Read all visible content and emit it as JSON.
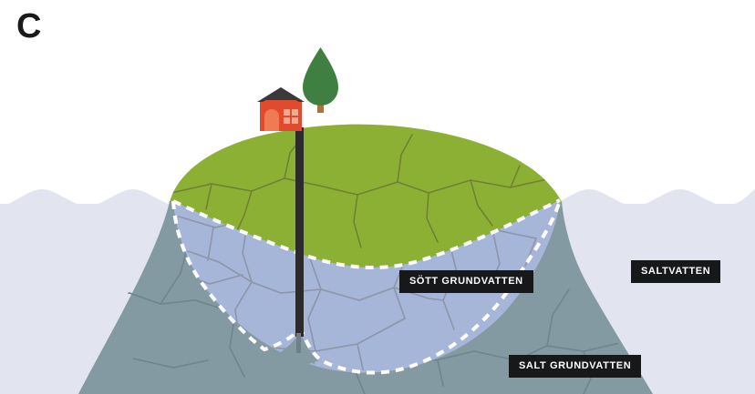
{
  "figure": {
    "panel_letter": "C",
    "labels": {
      "fresh_groundwater": "SÖTT GRUNDVATTEN",
      "salt_groundwater": "SALT GRUNDVATTEN",
      "sea_water": "SALTVATTEN"
    },
    "colors": {
      "background": "#ffffff",
      "sea_water": "#e2e4ef",
      "island_grass": "#8cb033",
      "fresh_groundwater": "#a5b6d9",
      "salt_groundwater_bedrock": "#839aa2",
      "fracture_line": "#8d95a6",
      "bedrock_fracture_line": "#6f858c",
      "lens_boundary_dash": "#ffffff",
      "well_pipe": "#2b2b2b",
      "house_body": "#e04a2f",
      "house_roof": "#3a3a3a",
      "house_door": "#f07a52",
      "house_window": "#f2a98e",
      "tree_crown": "#3f8042",
      "tree_trunk": "#a8743f",
      "label_background": "#17181a",
      "label_text": "#ffffff"
    },
    "elements": {
      "well_pipe_name": "drinking-water-well",
      "house_name": "house",
      "tree_name": "tree",
      "lens_name": "freshwater-lens",
      "upconing_name": "saltwater-upconing"
    }
  }
}
